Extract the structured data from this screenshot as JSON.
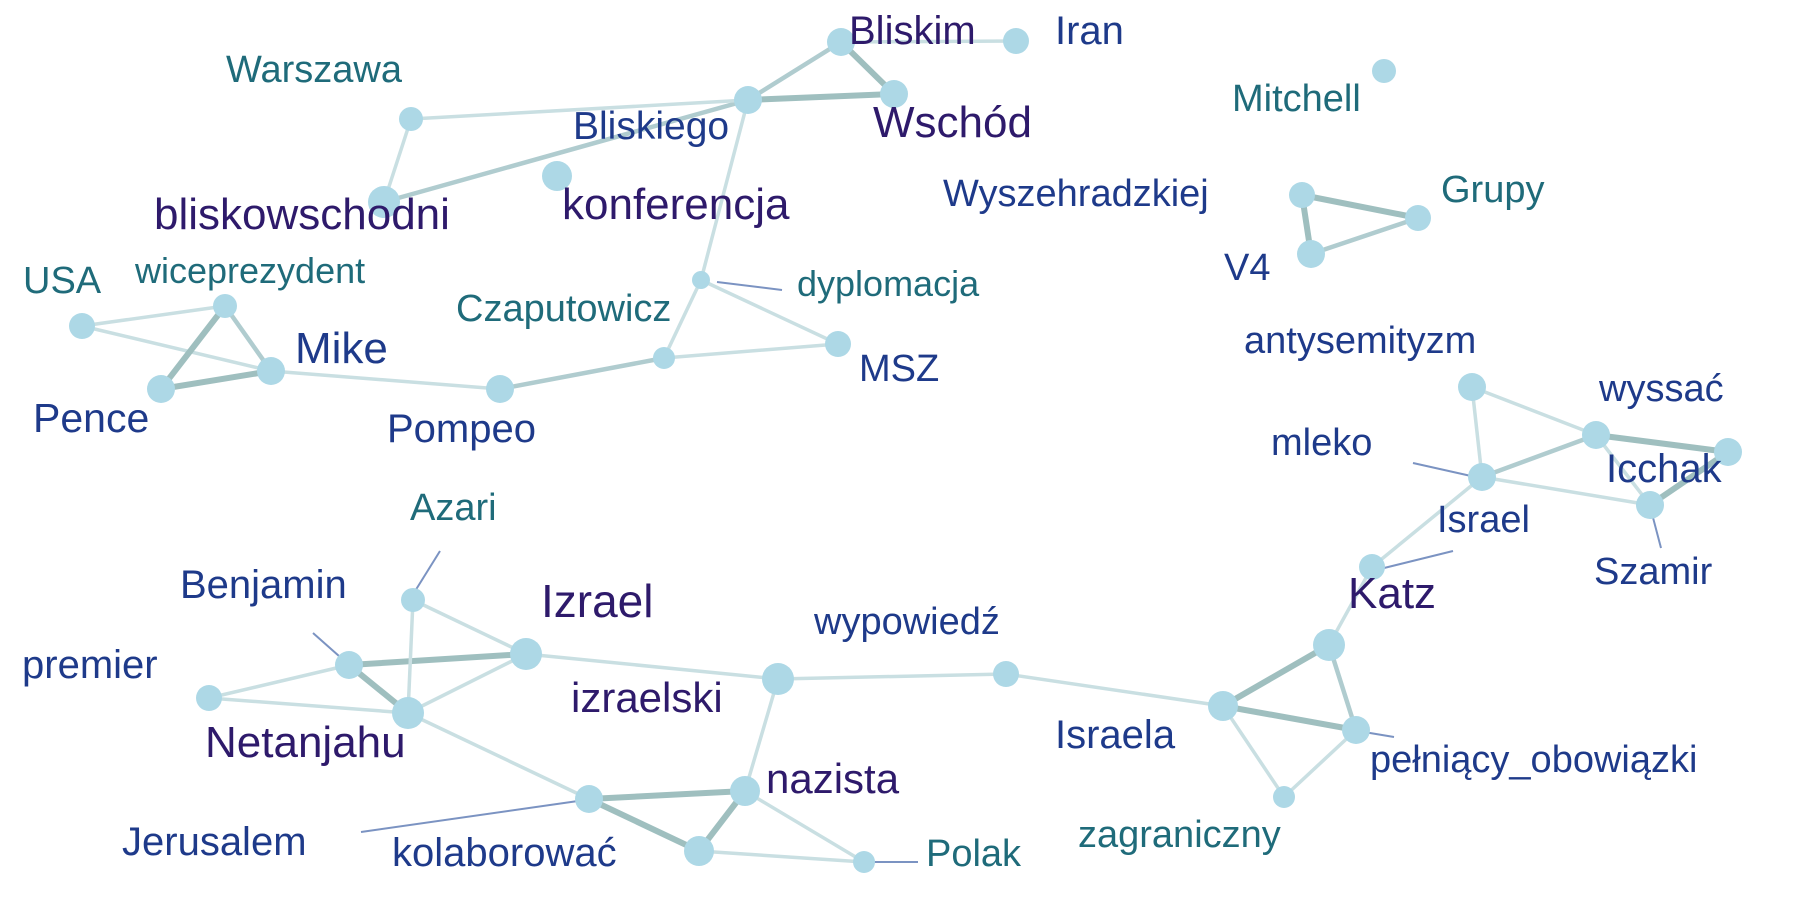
{
  "colors": {
    "node": "#add8e6",
    "edge_weak": "#c9dfe2",
    "edge_mid": "#b0cccf",
    "edge_strong": "#9fbfbf",
    "leader": "#7b93c2",
    "label_teal": "#1f6b7a",
    "label_blue": "#1e3a8a",
    "label_navy": "#2e1a6b"
  },
  "nodes": [
    {
      "id": "Bliskim",
      "label": "Bliskim",
      "tone": "navy"
    },
    {
      "id": "Iran",
      "label": "Iran",
      "tone": "blue"
    },
    {
      "id": "Wschod",
      "label": "Wschód",
      "tone": "navy"
    },
    {
      "id": "Bliskiego",
      "label": "Bliskiego",
      "tone": "blue"
    },
    {
      "id": "Warszawa",
      "label": "Warszawa",
      "tone": "teal"
    },
    {
      "id": "bliskowschodni",
      "label": "bliskowschodni",
      "tone": "navy"
    },
    {
      "id": "konferencja",
      "label": "konferencja",
      "tone": "navy"
    },
    {
      "id": "dyplomacja",
      "label": "dyplomacja",
      "tone": "teal"
    },
    {
      "id": "MSZ",
      "label": "MSZ",
      "tone": "blue"
    },
    {
      "id": "Czaputowicz",
      "label": "Czaputowicz",
      "tone": "teal"
    },
    {
      "id": "Pompeo",
      "label": "Pompeo",
      "tone": "blue"
    },
    {
      "id": "Mike",
      "label": "Mike",
      "tone": "blue"
    },
    {
      "id": "wiceprezydent",
      "label": "wiceprezydent",
      "tone": "teal"
    },
    {
      "id": "USA",
      "label": "USA",
      "tone": "teal"
    },
    {
      "id": "Pence",
      "label": "Pence",
      "tone": "blue"
    },
    {
      "id": "Mitchell",
      "label": "Mitchell",
      "tone": "teal"
    },
    {
      "id": "Wyszehradzkiej",
      "label": "Wyszehradzkiej",
      "tone": "blue"
    },
    {
      "id": "Grupy",
      "label": "Grupy",
      "tone": "teal"
    },
    {
      "id": "V4",
      "label": "V4",
      "tone": "blue"
    },
    {
      "id": "antysemityzm",
      "label": "antysemityzm",
      "tone": "blue"
    },
    {
      "id": "wyssac",
      "label": "wyssać",
      "tone": "blue"
    },
    {
      "id": "mleko",
      "label": "mleko",
      "tone": "blue"
    },
    {
      "id": "Icchak",
      "label": "Icchak",
      "tone": "blue"
    },
    {
      "id": "Szamir",
      "label": "Szamir",
      "tone": "blue"
    },
    {
      "id": "Israel",
      "label": "Israel",
      "tone": "blue"
    },
    {
      "id": "Katz",
      "label": "Katz",
      "tone": "navy"
    },
    {
      "id": "Israela",
      "label": "Israela",
      "tone": "blue"
    },
    {
      "id": "pelniacy",
      "label": "pełniący_obowiązki",
      "tone": "blue"
    },
    {
      "id": "zagraniczny",
      "label": "zagraniczny",
      "tone": "teal"
    },
    {
      "id": "wypowiedz",
      "label": "wypowiedź",
      "tone": "blue"
    },
    {
      "id": "izraelski",
      "label": "izraelski",
      "tone": "navy"
    },
    {
      "id": "nazista",
      "label": "nazista",
      "tone": "navy"
    },
    {
      "id": "Polak",
      "label": "Polak",
      "tone": "teal"
    },
    {
      "id": "kolaborowac",
      "label": "kolaborować",
      "tone": "blue"
    },
    {
      "id": "Jerusalem",
      "label": "Jerusalem",
      "tone": "blue"
    },
    {
      "id": "Izrael",
      "label": "Izrael",
      "tone": "navy"
    },
    {
      "id": "Azari",
      "label": "Azari",
      "tone": "teal"
    },
    {
      "id": "Benjamin",
      "label": "Benjamin",
      "tone": "blue"
    },
    {
      "id": "premier",
      "label": "premier",
      "tone": "blue"
    },
    {
      "id": "Netanjahu",
      "label": "Netanjahu",
      "tone": "navy"
    }
  ],
  "edges": [
    [
      "Bliskim",
      "Iran",
      "weak"
    ],
    [
      "Bliskim",
      "Wschod",
      "strong"
    ],
    [
      "Bliskim",
      "Bliskiego",
      "mid"
    ],
    [
      "Bliskiego",
      "Wschod",
      "strong"
    ],
    [
      "Bliskiego",
      "bliskowschodni",
      "mid"
    ],
    [
      "Bliskiego",
      "Warszawa",
      "weak"
    ],
    [
      "Warszawa",
      "bliskowschodni",
      "weak"
    ],
    [
      "Bliskiego",
      "dyplomacja",
      "weak"
    ],
    [
      "dyplomacja",
      "MSZ",
      "weak"
    ],
    [
      "dyplomacja",
      "Czaputowicz",
      "weak"
    ],
    [
      "Czaputowicz",
      "MSZ",
      "weak"
    ],
    [
      "Czaputowicz",
      "Pompeo",
      "mid"
    ],
    [
      "Pompeo",
      "Mike",
      "weak"
    ],
    [
      "Mike",
      "wiceprezydent",
      "mid"
    ],
    [
      "Mike",
      "Pence",
      "strong"
    ],
    [
      "Mike",
      "USA",
      "weak"
    ],
    [
      "USA",
      "wiceprezydent",
      "weak"
    ],
    [
      "wiceprezydent",
      "Pence",
      "strong"
    ],
    [
      "Wyszehradzkiej",
      "Grupy",
      "strong"
    ],
    [
      "Wyszehradzkiej",
      "V4",
      "strong"
    ],
    [
      "V4",
      "Grupy",
      "mid"
    ],
    [
      "antysemityzm",
      "wyssac",
      "weak"
    ],
    [
      "antysemityzm",
      "mleko",
      "weak"
    ],
    [
      "mleko",
      "wyssac",
      "mid"
    ],
    [
      "wyssac",
      "Icchak",
      "strong"
    ],
    [
      "wyssac",
      "Szamir",
      "weak"
    ],
    [
      "mleko",
      "Szamir",
      "weak"
    ],
    [
      "Icchak",
      "Szamir",
      "strong"
    ],
    [
      "mleko",
      "Israel",
      "weak"
    ],
    [
      "Israel",
      "Katz",
      "weak"
    ],
    [
      "Katz",
      "Israela",
      "strong"
    ],
    [
      "Katz",
      "pelniacy",
      "mid"
    ],
    [
      "Israela",
      "pelniacy",
      "strong"
    ],
    [
      "Israela",
      "zagraniczny",
      "weak"
    ],
    [
      "zagraniczny",
      "pelniacy",
      "weak"
    ],
    [
      "Israela",
      "wypowiedz",
      "weak"
    ],
    [
      "wypowiedz",
      "izraelski",
      "weak"
    ],
    [
      "izraelski",
      "nazista",
      "weak"
    ],
    [
      "izraelski",
      "Izrael",
      "weak"
    ],
    [
      "nazista",
      "Polak",
      "weak"
    ],
    [
      "nazista",
      "kolaborowac",
      "strong"
    ],
    [
      "nazista",
      "Jerusalem",
      "strong"
    ],
    [
      "kolaborowac",
      "Jerusalem",
      "strong"
    ],
    [
      "kolaborowac",
      "Polak",
      "weak"
    ],
    [
      "Jerusalem",
      "Netanjahu",
      "weak"
    ],
    [
      "Izrael",
      "Azari",
      "weak"
    ],
    [
      "Izrael",
      "Benjamin",
      "strong"
    ],
    [
      "Izrael",
      "Netanjahu",
      "weak"
    ],
    [
      "Azari",
      "Netanjahu",
      "weak"
    ],
    [
      "Benjamin",
      "Netanjahu",
      "strong"
    ],
    [
      "Benjamin",
      "premier",
      "weak"
    ],
    [
      "premier",
      "Netanjahu",
      "weak"
    ]
  ]
}
